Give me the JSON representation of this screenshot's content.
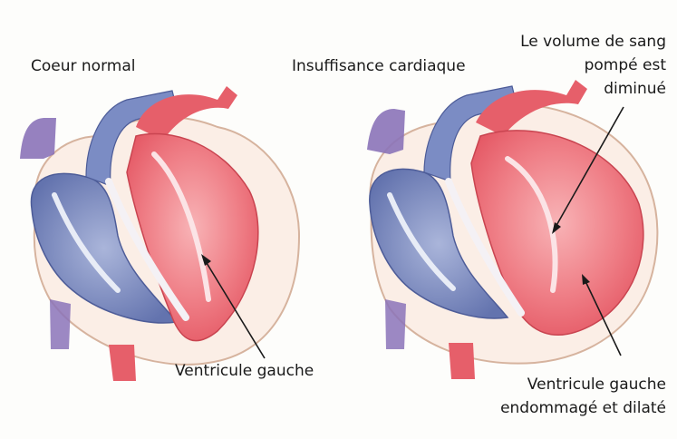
{
  "labels": {
    "normal_title": "Coeur normal",
    "failure_title": "Insuffisance cardiaque",
    "volume_line1": "Le volume de sang",
    "volume_line2": "pompé est",
    "volume_line3": "diminué",
    "left_ventricle": "Ventricule gauche",
    "damaged_line1": "Ventricule gauche",
    "damaged_line2": "endommagé et dilaté"
  },
  "colors": {
    "background": "#fdfdfb",
    "oxygenated": "#e8606c",
    "oxygenated_light": "#f6a9ad",
    "deoxygenated": "#6f7fb8",
    "deoxygenated_light": "#a9b4d8",
    "vessel_purple": "#8b73b8",
    "muscle_outline": "#d9b7a2",
    "arrow": "#1a1a1a"
  },
  "icons": [
    "normal-heart-illustration",
    "failing-heart-illustration"
  ]
}
